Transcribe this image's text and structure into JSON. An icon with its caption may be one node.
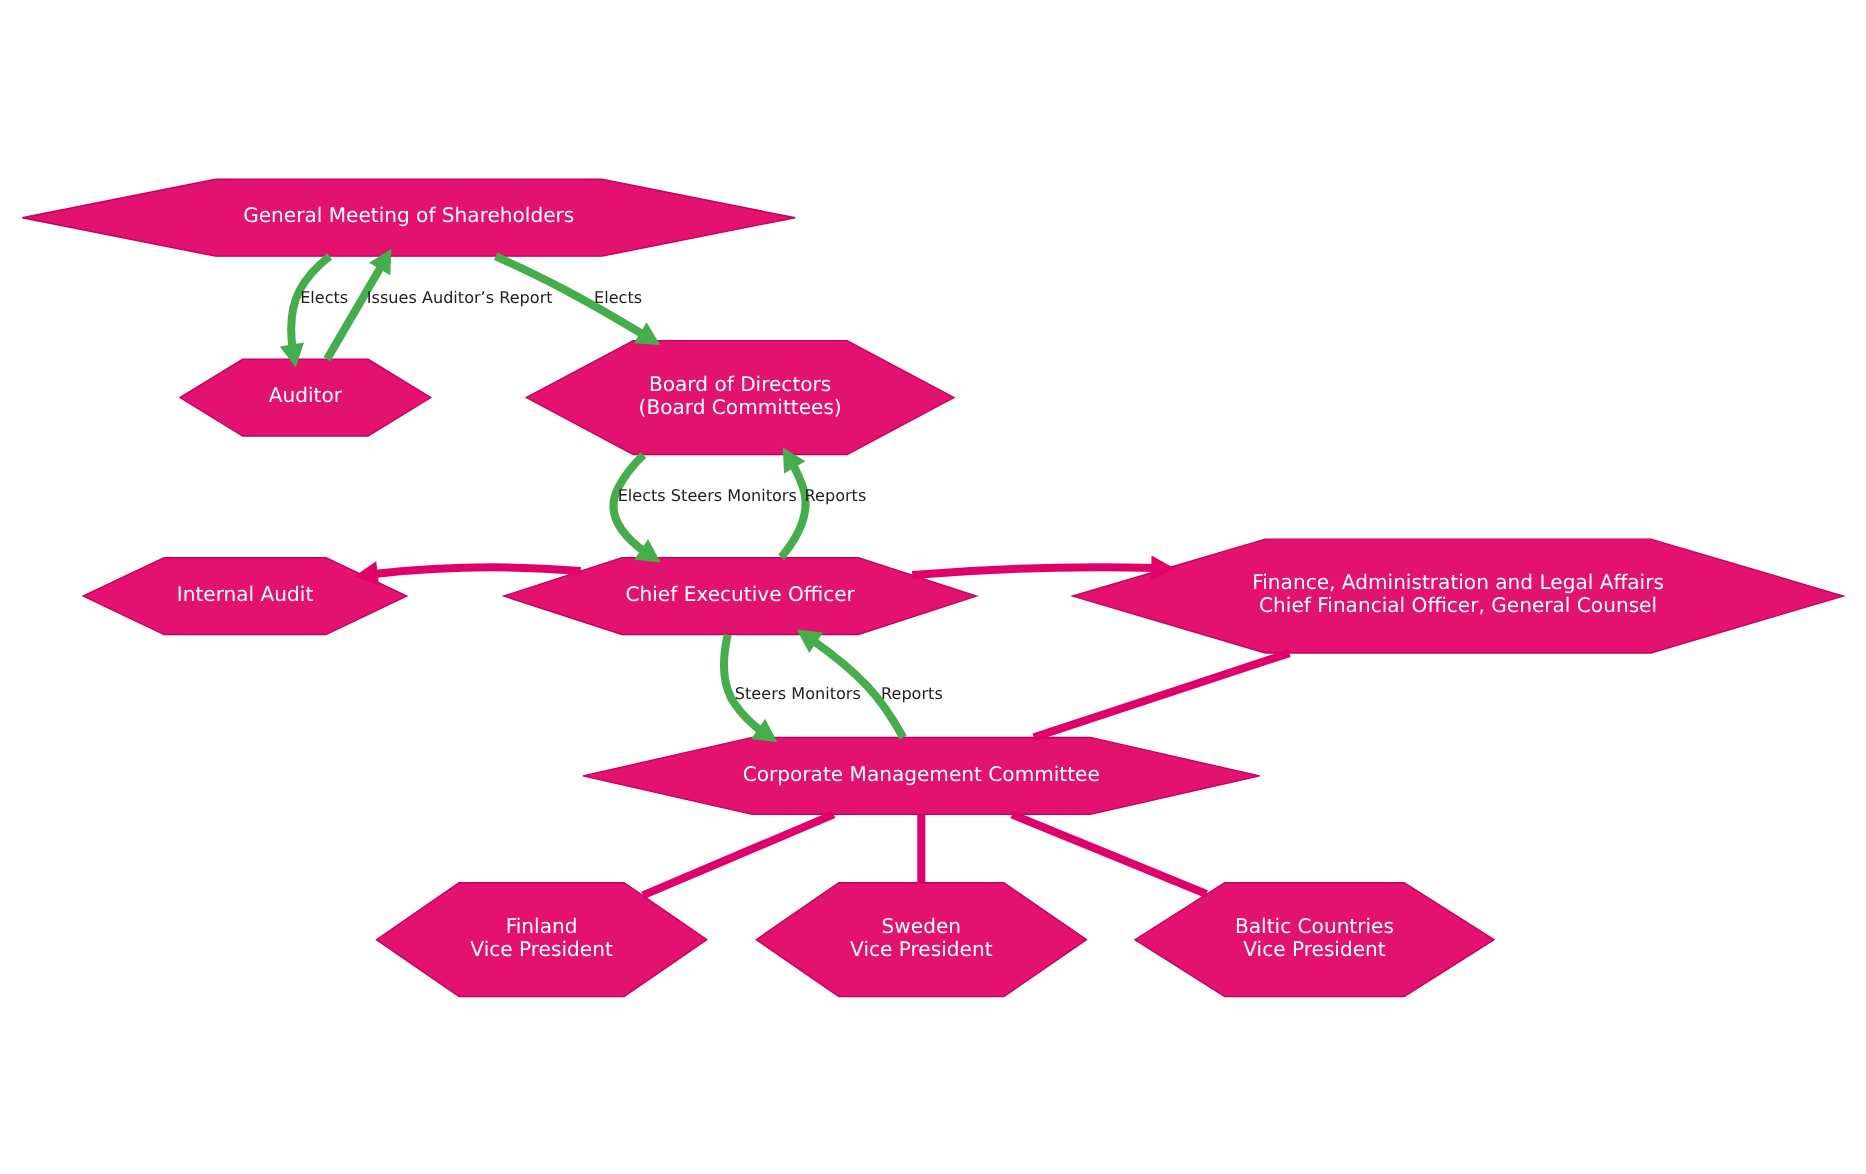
{
  "diagram": {
    "nodes": [
      {
        "text": [
          "General Meeting of Shareholders"
        ]
      },
      {
        "text": [
          "Auditor"
        ]
      },
      {
        "text": [
          "Board of Directors",
          "(Board Committees)"
        ]
      },
      {
        "text": [
          "Chief Executive Officer"
        ]
      },
      {
        "text": [
          "Internal Audit"
        ]
      },
      {
        "text": [
          "Finance, Administration and Legal Affairs",
          "Chief Financial Officer, General Counsel"
        ]
      },
      {
        "text": [
          "Corporate Management Committee"
        ]
      },
      {
        "text": [
          "Finland",
          "Vice President"
        ]
      },
      {
        "text": [
          "Sweden",
          "Vice President"
        ]
      },
      {
        "text": [
          "Baltic Countries",
          "Vice President"
        ]
      }
    ],
    "edges": [
      {
        "from": 0,
        "to": 1,
        "arrow": "to",
        "label": "Elects"
      },
      {
        "from": 1,
        "to": 0,
        "arrow": "to",
        "label": "Issues Auditor’s Report"
      },
      {
        "from": 0,
        "to": 2,
        "arrow": "to",
        "label": "Elects"
      },
      {
        "from": 2,
        "to": 3,
        "arrow": "to",
        "label": "Elects Steers Monitors"
      },
      {
        "from": 3,
        "to": 2,
        "arrow": "to",
        "label": "Reports"
      },
      {
        "from": 3,
        "to": 4,
        "arrow": "to",
        "color": "#e0006a"
      },
      {
        "from": 3,
        "to": 5,
        "arrow": "to",
        "color": "#e0006a"
      },
      {
        "from": 3,
        "to": 6,
        "arrow": "to",
        "label": "Steers Monitors"
      },
      {
        "from": 6,
        "to": 3,
        "arrow": "to",
        "label": "Reports"
      },
      {
        "from": 5,
        "to": 6,
        "arrow": "none",
        "color": "#e0006a"
      },
      {
        "from": 6,
        "to": 7,
        "arrow": "none",
        "color": "#e0006a"
      },
      {
        "from": 6,
        "to": 8,
        "arrow": "none",
        "color": "#e0006a"
      },
      {
        "from": 6,
        "to": 9,
        "arrow": "none",
        "color": "#e0006a"
      }
    ]
  }
}
